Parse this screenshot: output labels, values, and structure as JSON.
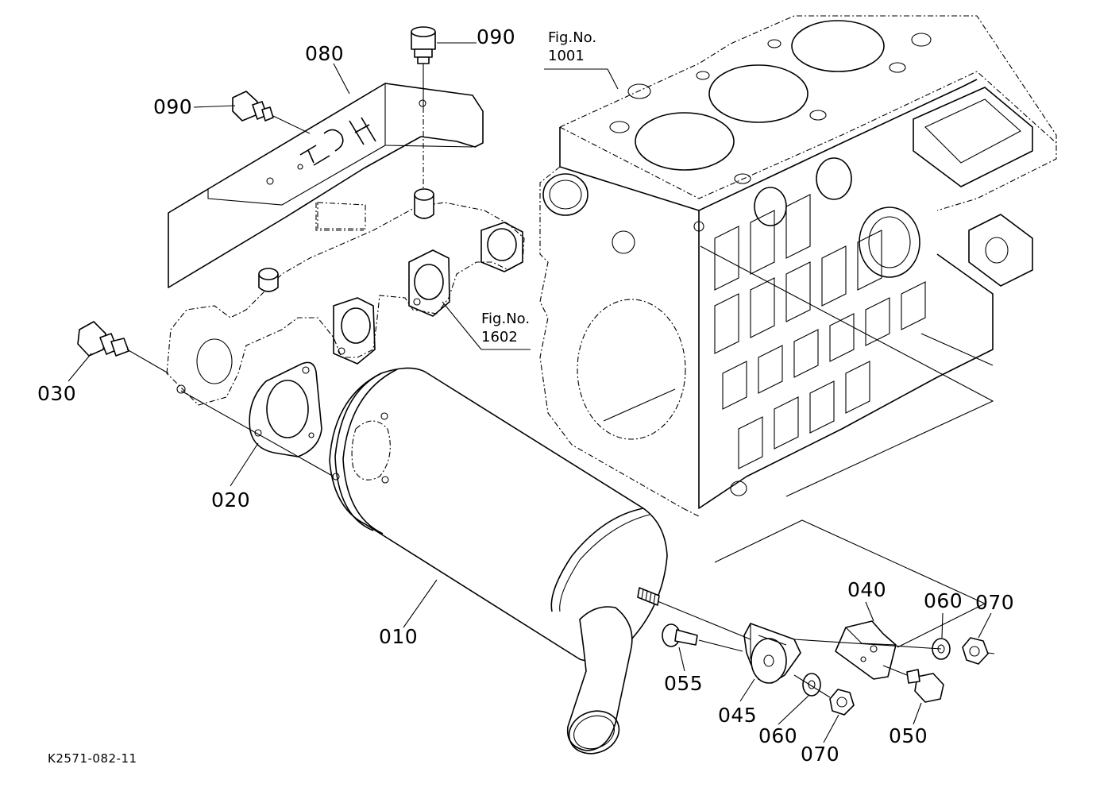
{
  "diagram": {
    "code": "K2571-082-11",
    "fig_refs": [
      {
        "prefix": "Fig.No.",
        "number": "1001"
      },
      {
        "prefix": "Fig.No.",
        "number": "1602"
      }
    ],
    "parts": [
      {
        "id": "p010",
        "number": "010"
      },
      {
        "id": "p020",
        "number": "020"
      },
      {
        "id": "p030",
        "number": "030"
      },
      {
        "id": "p040",
        "number": "040"
      },
      {
        "id": "p045",
        "number": "045"
      },
      {
        "id": "p050",
        "number": "050"
      },
      {
        "id": "p055",
        "number": "055"
      },
      {
        "id": "p060a",
        "number": "060"
      },
      {
        "id": "p060b",
        "number": "060"
      },
      {
        "id": "p070a",
        "number": "070"
      },
      {
        "id": "p070b",
        "number": "070"
      },
      {
        "id": "p080",
        "number": "080"
      },
      {
        "id": "p090a",
        "number": "090"
      },
      {
        "id": "p090b",
        "number": "090"
      }
    ]
  }
}
